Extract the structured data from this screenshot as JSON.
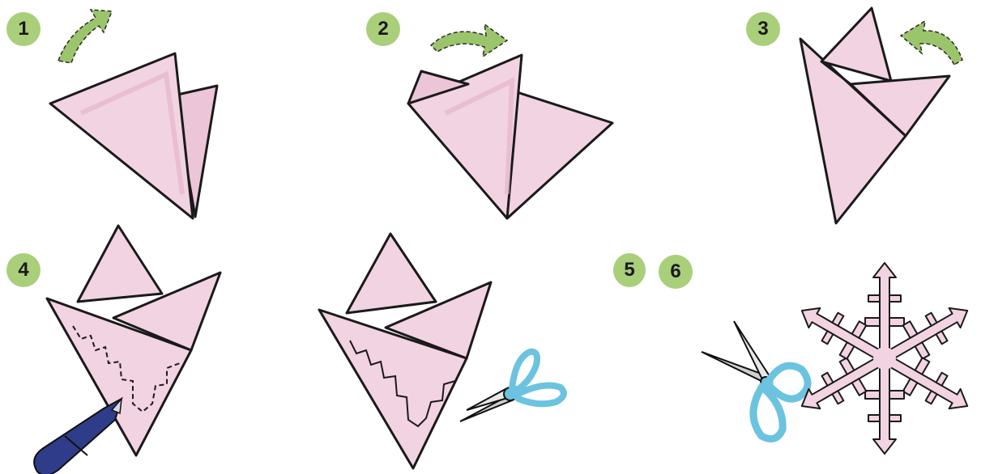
{
  "steps": [
    {
      "number": "1"
    },
    {
      "number": "2"
    },
    {
      "number": "3"
    },
    {
      "number": "4"
    },
    {
      "number": "5"
    },
    {
      "number": "6"
    }
  ],
  "colors": {
    "paper": "#f2d3e2",
    "paper_shade": "#e6b8ce",
    "outline": "#1a1a1a",
    "arrow": "#9bc56b",
    "badge": "#a9cf7a",
    "scissors_handle": "#6cc3e0",
    "pen": "#2e3c8a"
  },
  "icons": {
    "arrow": "curved-arrow-icon",
    "pen": "pen-icon",
    "scissors": "scissors-icon",
    "snowflake": "paper-snowflake-icon"
  }
}
